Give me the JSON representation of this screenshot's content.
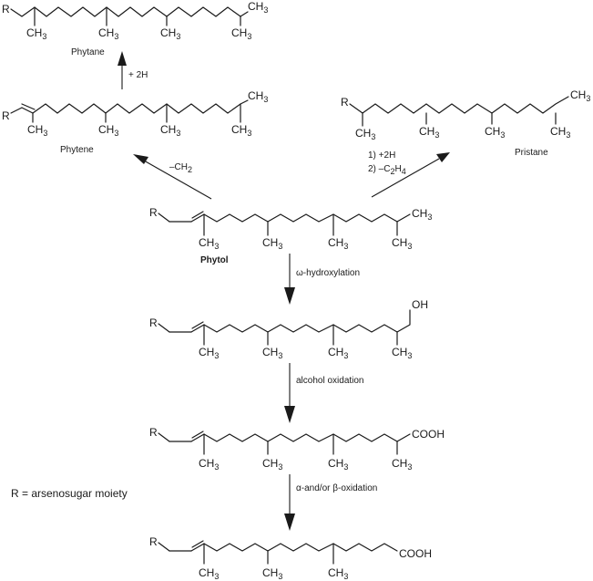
{
  "labels": {
    "r": "R",
    "ch": "CH",
    "three": "3",
    "two": "2",
    "four": "4",
    "oh": "OH",
    "cooh": "COOH"
  },
  "compounds": {
    "phytane": "Phytane",
    "phytene": "Phytene",
    "pristane": "Pristane",
    "phytol": "Phytol"
  },
  "reactions": {
    "plus_2h": "+ 2H",
    "minus_ch2_prefix": "–CH",
    "pristane_step1": "1) +2H",
    "pristane_step2_prefix": "2) –C",
    "pristane_step2_h": "H",
    "omega": "ω-hydroxylation",
    "alcohol": "alcohol oxidation",
    "alpha_beta": "α-and/or β-oxidation"
  },
  "legend": "R = arsenosugar moiety"
}
